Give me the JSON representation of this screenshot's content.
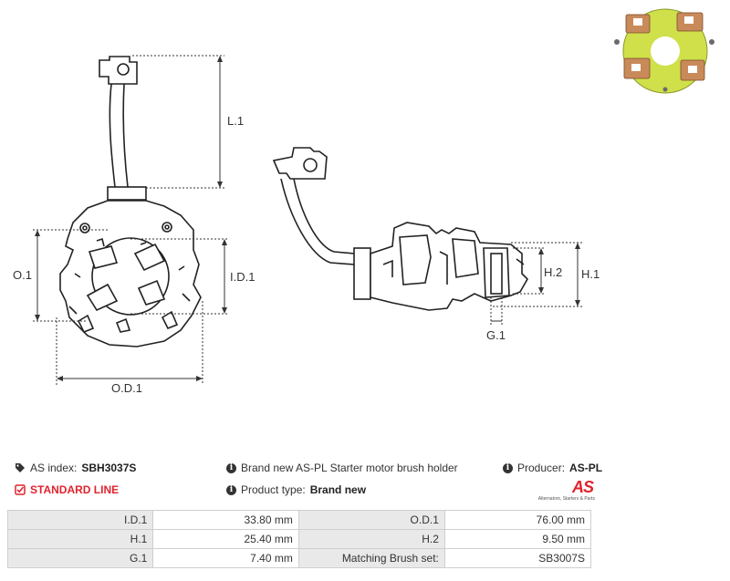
{
  "drawing": {
    "labels": {
      "l1": "L.1",
      "o1": "O.1",
      "id1": "I.D.1",
      "od1": "O.D.1",
      "h1": "H.1",
      "h2": "H.2",
      "g1": "G.1"
    }
  },
  "info": {
    "as_index_label": "AS index:",
    "as_index_value": "SBH3037S",
    "description": "Brand new AS-PL Starter motor brush holder",
    "producer_label": "Producer:",
    "producer_value": "AS-PL",
    "standard_line": "STANDARD LINE",
    "product_type_label": "Product type:",
    "product_type_value": "Brand new",
    "logo_text": "AS",
    "logo_tagline": "Alternators, Starters & Parts"
  },
  "specs": [
    [
      {
        "k": "I.D.1",
        "v": "33.80 mm"
      },
      {
        "k": "O.D.1",
        "v": "76.00 mm"
      }
    ],
    [
      {
        "k": "H.1",
        "v": "25.40 mm"
      },
      {
        "k": "H.2",
        "v": "9.50 mm"
      }
    ],
    [
      {
        "k": "G.1",
        "v": "7.40 mm"
      },
      {
        "k": "Matching Brush set:",
        "v": "SB3007S"
      }
    ]
  ],
  "colors": {
    "accent_red": "#e0232e",
    "table_key_bg": "#e9e9e9",
    "board_green": "#cfe04a",
    "copper": "#c98a5a"
  }
}
